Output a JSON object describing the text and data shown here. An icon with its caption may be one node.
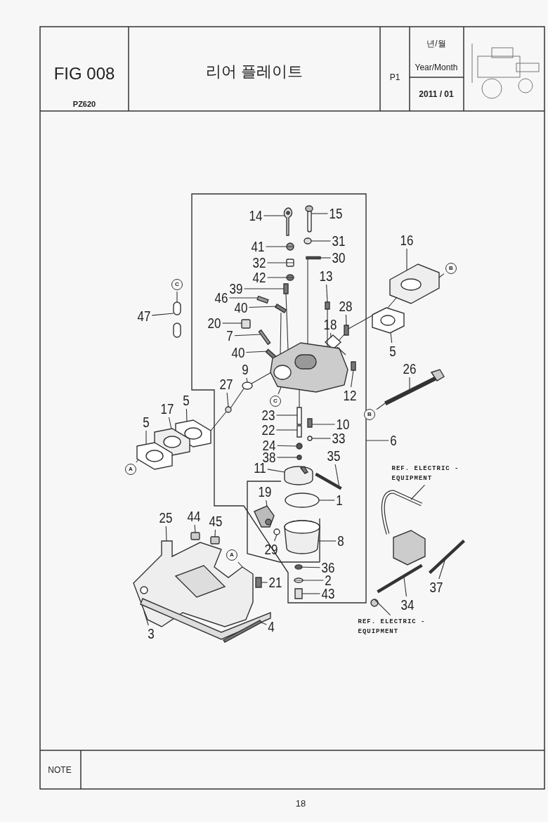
{
  "diagram": {
    "nodes": [
      {
        "text": [
          "14"
        ]
      },
      {
        "text": [
          "15"
        ]
      },
      {
        "text": [
          "41"
        ]
      },
      {
        "text": [
          "31"
        ]
      },
      {
        "text": [
          "32"
        ]
      },
      {
        "text": [
          "30"
        ]
      },
      {
        "text": [
          "42"
        ]
      },
      {
        "text": [
          "13"
        ]
      },
      {
        "text": [
          "16"
        ]
      },
      {
        "text": [
          "B"
        ]
      },
      {
        "text": [
          "C"
        ]
      },
      {
        "text": [
          "39"
        ]
      },
      {
        "text": [
          "46"
        ]
      },
      {
        "text": [
          "28"
        ]
      },
      {
        "text": [
          "40"
        ]
      },
      {
        "text": [
          "47"
        ]
      },
      {
        "text": [
          "18"
        ]
      },
      {
        "text": [
          "20"
        ]
      },
      {
        "text": [
          "7"
        ]
      },
      {
        "text": [
          "5"
        ]
      },
      {
        "text": [
          "40"
        ]
      },
      {
        "text": [
          "26"
        ]
      },
      {
        "text": [
          "9"
        ]
      },
      {
        "text": [
          "27"
        ]
      },
      {
        "text": [
          "12"
        ]
      },
      {
        "text": [
          "C"
        ]
      },
      {
        "text": [
          "B"
        ]
      },
      {
        "text": [
          "5"
        ]
      },
      {
        "text": [
          "23"
        ]
      },
      {
        "text": [
          "17"
        ]
      },
      {
        "text": [
          "5"
        ]
      },
      {
        "text": [
          "10"
        ]
      },
      {
        "text": [
          "22"
        ]
      },
      {
        "text": [
          "33"
        ]
      },
      {
        "text": [
          "6"
        ]
      },
      {
        "text": [
          "24"
        ]
      },
      {
        "text": [
          "35"
        ]
      },
      {
        "text": [
          "38"
        ]
      },
      {
        "text": [
          "A"
        ]
      },
      {
        "text": [
          "REF. ELECTRIC -EQUIPMENT"
        ]
      },
      {
        "text": [
          "11"
        ]
      },
      {
        "text": [
          "19"
        ]
      },
      {
        "text": [
          "1"
        ]
      },
      {
        "text": [
          "25"
        ]
      },
      {
        "text": [
          "44"
        ]
      },
      {
        "text": [
          "45"
        ]
      },
      {
        "text": [
          "8"
        ]
      },
      {
        "text": [
          "29"
        ]
      },
      {
        "text": [
          "36"
        ]
      },
      {
        "text": [
          "A"
        ]
      },
      {
        "text": [
          "21"
        ]
      },
      {
        "text": [
          "2"
        ]
      },
      {
        "text": [
          "37"
        ]
      },
      {
        "text": [
          "43"
        ]
      },
      {
        "text": [
          "34"
        ]
      },
      {
        "text": [
          "REF. ELECTRIC -EQUIPMENT"
        ]
      },
      {
        "text": [
          "3"
        ]
      },
      {
        "text": [
          "4"
        ]
      },
      {
        "text": [],
        "shape": "picture"
      },
      {
        "text": [],
        "shape": "picture"
      },
      {
        "text": [],
        "shape": "circle"
      },
      {
        "text": [],
        "shape": "circle"
      },
      {
        "text": [],
        "shape": "box"
      },
      {
        "text": [],
        "shape": "bar"
      },
      {
        "text": [],
        "shape": "circle"
      },
      {
        "text": [],
        "shape": "bar"
      },
      {
        "text": [],
        "shape": "picture"
      },
      {
        "text": [],
        "shape": "bar"
      },
      {
        "text": [],
        "shape": "bar"
      },
      {
        "text": [],
        "shape": "bar"
      },
      {
        "text": [],
        "shape": "bar"
      },
      {
        "text": [],
        "shape": "picture"
      },
      {
        "text": [],
        "shape": "diamond"
      },
      {
        "text": [],
        "shape": "box"
      },
      {
        "text": [],
        "shape": "bar"
      },
      {
        "text": [],
        "shape": "picture"
      },
      {
        "text": [],
        "shape": "bar"
      },
      {
        "text": [],
        "shape": "picture"
      },
      {
        "text": [],
        "shape": "circle"
      },
      {
        "text": [],
        "shape": "circle"
      },
      {
        "text": [],
        "shape": "bar"
      },
      {
        "text": [],
        "shape": "picture"
      },
      {
        "text": [],
        "shape": "picture"
      },
      {
        "text": [],
        "shape": "picture"
      },
      {
        "text": [],
        "shape": "picture"
      },
      {
        "text": [],
        "shape": "bar"
      },
      {
        "text": [],
        "shape": "bar"
      },
      {
        "text": [],
        "shape": "bar"
      },
      {
        "text": [],
        "shape": "circle"
      },
      {
        "text": [],
        "shape": "circle"
      },
      {
        "text": [],
        "shape": "circle"
      },
      {
        "text": [],
        "shape": "picture"
      },
      {
        "text": [],
        "shape": "bar"
      },
      {
        "text": [],
        "shape": "circle"
      },
      {
        "text": [],
        "shape": "picture"
      },
      {
        "text": [],
        "shape": "circle"
      },
      {
        "text": [],
        "shape": "picture"
      },
      {
        "text": [],
        "shape": "circle"
      },
      {
        "text": [],
        "shape": "circle"
      },
      {
        "text": [],
        "shape": "bar"
      },
      {
        "text": [],
        "shape": "picture"
      },
      {
        "text": [],
        "shape": "box"
      },
      {
        "text": [],
        "shape": "box"
      },
      {
        "text": [],
        "shape": "bar"
      },
      {
        "text": [],
        "shape": "picture"
      },
      {
        "text": [],
        "shape": "picture"
      },
      {
        "text": [],
        "shape": "bar"
      },
      {
        "text": [],
        "shape": "bar"
      },
      {
        "text": [],
        "shape": "circle"
      }
    ],
    "edges": [
      {
        "from": 0,
        "to": 58,
        "arrow": "none"
      },
      {
        "from": 1,
        "to": 59,
        "arrow": "none"
      },
      {
        "from": 2,
        "to": 60,
        "arrow": "none"
      },
      {
        "from": 3,
        "to": 61,
        "arrow": "none"
      },
      {
        "from": 4,
        "to": 62,
        "arrow": "none"
      },
      {
        "from": 5,
        "to": 63,
        "arrow": "none"
      },
      {
        "from": 6,
        "to": 64,
        "arrow": "none"
      },
      {
        "from": 7,
        "to": 65,
        "arrow": "none"
      },
      {
        "from": 8,
        "to": 66,
        "arrow": "none"
      },
      {
        "from": 9,
        "to": 66,
        "arrow": "none"
      },
      {
        "from": 10,
        "to": 71,
        "arrow": "none"
      },
      {
        "from": 11,
        "to": 67,
        "arrow": "none"
      },
      {
        "from": 12,
        "to": 68,
        "arrow": "none"
      },
      {
        "from": 13,
        "to": 69,
        "arrow": "none"
      },
      {
        "from": 14,
        "to": 70,
        "arrow": "none"
      },
      {
        "from": 15,
        "to": 71,
        "arrow": "none"
      },
      {
        "from": 16,
        "to": 72,
        "arrow": "none"
      },
      {
        "from": 17,
        "to": 73,
        "arrow": "none"
      },
      {
        "from": 18,
        "to": 74,
        "arrow": "none"
      },
      {
        "from": 19,
        "to": 75,
        "arrow": "none"
      },
      {
        "from": 20,
        "to": 76,
        "arrow": "none"
      },
      {
        "from": 21,
        "to": 77,
        "arrow": "none"
      },
      {
        "from": 22,
        "to": 78,
        "arrow": "none"
      },
      {
        "from": 23,
        "to": 79,
        "arrow": "none"
      },
      {
        "from": 24,
        "to": 80,
        "arrow": "none"
      },
      {
        "from": 25,
        "to": 81,
        "arrow": "none"
      },
      {
        "from": 26,
        "to": 77,
        "arrow": "none"
      },
      {
        "from": 27,
        "to": 82,
        "arrow": "none"
      },
      {
        "from": 28,
        "to": 85,
        "arrow": "none"
      },
      {
        "from": 29,
        "to": 83,
        "arrow": "none"
      },
      {
        "from": 30,
        "to": 84,
        "arrow": "none"
      },
      {
        "from": 31,
        "to": 86,
        "arrow": "none"
      },
      {
        "from": 32,
        "to": 87,
        "arrow": "none"
      },
      {
        "from": 33,
        "to": 88,
        "arrow": "none"
      },
      {
        "from": 34,
        "to": null,
        "arrow": "none"
      },
      {
        "from": 35,
        "to": 89,
        "arrow": "none"
      },
      {
        "from": 36,
        "to": 92,
        "arrow": "none"
      },
      {
        "from": 37,
        "to": 90,
        "arrow": "none"
      },
      {
        "from": 38,
        "to": 84,
        "arrow": "none"
      },
      {
        "from": 39,
        "to": 105,
        "arrow": "none"
      },
      {
        "from": 40,
        "to": 91,
        "arrow": "none"
      },
      {
        "from": 41,
        "to": 94,
        "arrow": "none"
      },
      {
        "from": 42,
        "to": 93,
        "arrow": "none"
      },
      {
        "from": 43,
        "to": 100,
        "arrow": "none"
      },
      {
        "from": 44,
        "to": 101,
        "arrow": "none"
      },
      {
        "from": 45,
        "to": 102,
        "arrow": "none"
      },
      {
        "from": 46,
        "to": 96,
        "arrow": "none"
      },
      {
        "from": 47,
        "to": 95,
        "arrow": "none"
      },
      {
        "from": 48,
        "to": 97,
        "arrow": "none"
      },
      {
        "from": 49,
        "to": 100,
        "arrow": "none"
      },
      {
        "from": 50,
        "to": 103,
        "arrow": "none"
      },
      {
        "from": 51,
        "to": 98,
        "arrow": "none"
      },
      {
        "from": 52,
        "to": 107,
        "arrow": "none"
      },
      {
        "from": 53,
        "to": 99,
        "arrow": "none"
      },
      {
        "from": 54,
        "to": 106,
        "arrow": "none"
      },
      {
        "from": 55,
        "to": 108,
        "arrow": "none"
      },
      {
        "from": 56,
        "to": 100,
        "arrow": "none"
      },
      {
        "from": 57,
        "to": 104,
        "arrow": "none"
      },
      {
        "from": 63,
        "to": 81,
        "arrow": "none"
      },
      {
        "from": 67,
        "to": 81,
        "arrow": "none"
      },
      {
        "from": 70,
        "to": 81,
        "arrow": "none"
      },
      {
        "from": 65,
        "to": 81,
        "arrow": "none"
      },
      {
        "from": 85,
        "to": 81,
        "arrow": "none"
      },
      {
        "from": 82,
        "to": 79,
        "arrow": "none"
      },
      {
        "from": 79,
        "to": 78,
        "arrow": "none"
      },
      {
        "from": 78,
        "to": 81,
        "arrow": "none"
      },
      {
        "from": 81,
        "to": 72,
        "arrow": "none"
      },
      {
        "from": 72,
        "to": 69,
        "arrow": "none"
      },
      {
        "from": 69,
        "to": 75,
        "arrow": "none"
      },
      {
        "from": 75,
        "to": 66,
        "arrow": "none"
      }
    ],
    "labels": [
      "FIG 008",
      "PZ620",
      "리어 플레이트",
      "P1",
      "년/월",
      "Year/Month",
      "2011 / 01",
      "NOTE",
      "18"
    ]
  }
}
